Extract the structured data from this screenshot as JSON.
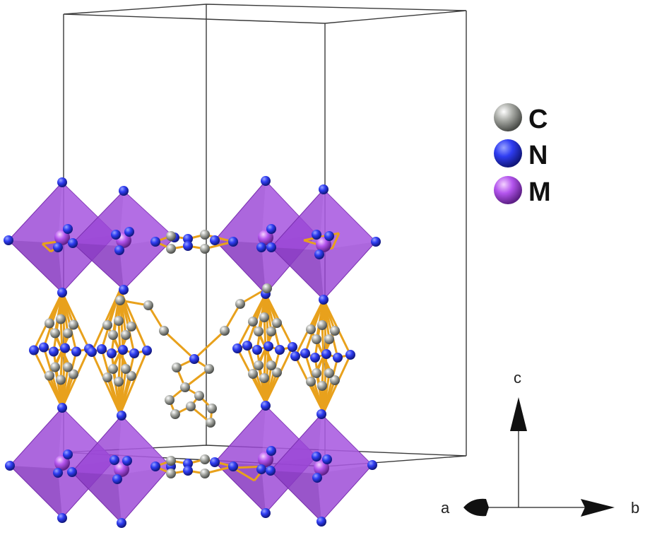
{
  "legend": {
    "items": [
      {
        "label": "C",
        "color": "#8f918c"
      },
      {
        "label": "N",
        "color": "#2e3cf0"
      },
      {
        "label": "M",
        "color": "#b04ee8"
      }
    ]
  },
  "axes": {
    "c": "c",
    "a": "a",
    "b": "b"
  },
  "colors": {
    "octahedron": "#9a45d6",
    "bond": "#e8a11c",
    "cell_edge": "#3a3a3a"
  }
}
